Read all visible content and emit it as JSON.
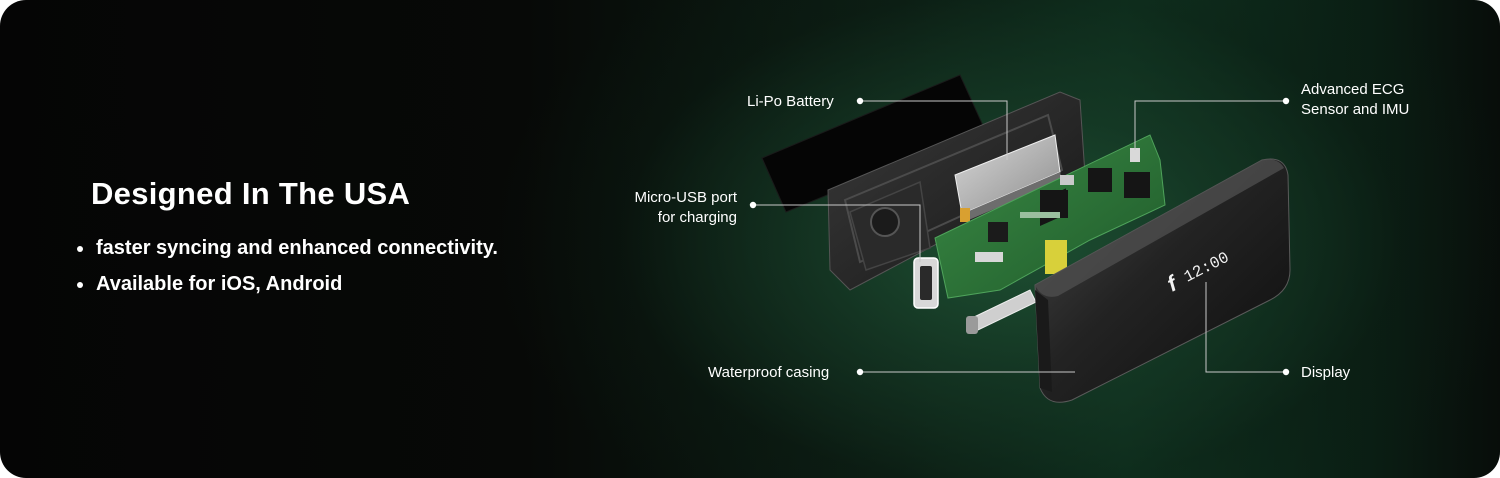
{
  "section": {
    "title": "Designed In The USA",
    "bullets": [
      "faster syncing and enhanced connectivity.",
      "Available for iOS, Android"
    ]
  },
  "callouts": {
    "battery": "Li-Po Battery",
    "usb_line1": "Micro-USB port",
    "usb_line2": "for charging",
    "waterproof": "Waterproof casing",
    "ecg_line1": "Advanced ECG",
    "ecg_line2": "Sensor and IMU",
    "display": "Display"
  },
  "device": {
    "screen_time": "12:00",
    "logo_icon": "f-logo-icon"
  },
  "colors": {
    "text": "#ffffff",
    "accent_green": "#1f5234",
    "pcb_green": "#2f7a3a"
  }
}
